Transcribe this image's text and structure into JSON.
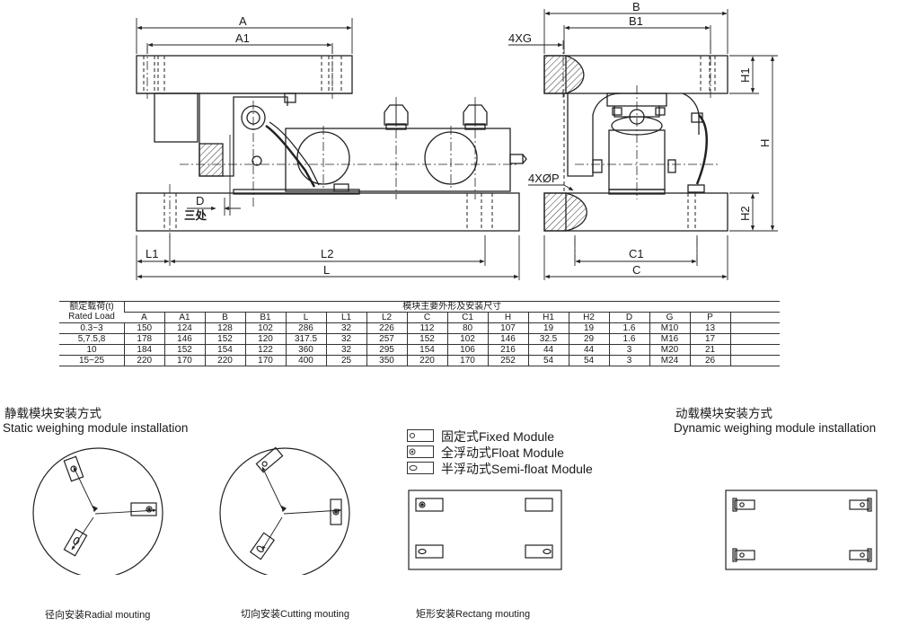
{
  "drawing_labels": {
    "A": "A",
    "A1": "A1",
    "B": "B",
    "B1": "B1",
    "four_x_g": "4XG",
    "four_x_phi_p": "4XØP",
    "H": "H",
    "H1": "H1",
    "H2": "H2",
    "D": "D",
    "three_places": "三处",
    "L": "L",
    "L1": "L1",
    "L2": "L2",
    "C": "C",
    "C1": "C1"
  },
  "table": {
    "row_header_cn": "额定载荷(t)",
    "row_header_en": "Rated Load",
    "group_header": "模块主要外形及安装尺寸",
    "columns": [
      "A",
      "A1",
      "B",
      "B1",
      "L",
      "L1",
      "L2",
      "C",
      "C1",
      "H",
      "H1",
      "H2",
      "D",
      "G",
      "P"
    ],
    "rows": [
      {
        "load": "0.3~3",
        "values": [
          "150",
          "124",
          "128",
          "102",
          "286",
          "32",
          "226",
          "112",
          "80",
          "107",
          "19",
          "19",
          "1.6",
          "M10",
          "13"
        ]
      },
      {
        "load": "5,7.5,8",
        "values": [
          "178",
          "146",
          "152",
          "120",
          "317.5",
          "32",
          "257",
          "152",
          "102",
          "146",
          "32.5",
          "29",
          "1.6",
          "M16",
          "17"
        ]
      },
      {
        "load": "10",
        "values": [
          "184",
          "152",
          "154",
          "122",
          "360",
          "32",
          "295",
          "154",
          "106",
          "216",
          "44",
          "44",
          "3",
          "M20",
          "21"
        ]
      },
      {
        "load": "15~25",
        "values": [
          "220",
          "170",
          "220",
          "170",
          "400",
          "25",
          "350",
          "220",
          "170",
          "252",
          "54",
          "54",
          "3",
          "M24",
          "26"
        ]
      }
    ]
  },
  "static_section": {
    "title_cn": "静载模块安装方式",
    "title_en": "Static weighing module installation"
  },
  "dynamic_section": {
    "title_cn": "动载模块安装方式",
    "title_en": "Dynamic weighing module installation"
  },
  "legend": [
    {
      "label": "固定式Fixed Module",
      "icon": "fixed-module-icon"
    },
    {
      "label": "全浮动式Float Module",
      "icon": "float-module-icon"
    },
    {
      "label": "半浮动式Semi-float  Module",
      "icon": "semi-float-module-icon"
    }
  ],
  "captions": {
    "radial": "径向安装Radial mouting",
    "cutting": "切向安装Cutting mouting",
    "rectang": "矩形安装Rectang mouting"
  }
}
